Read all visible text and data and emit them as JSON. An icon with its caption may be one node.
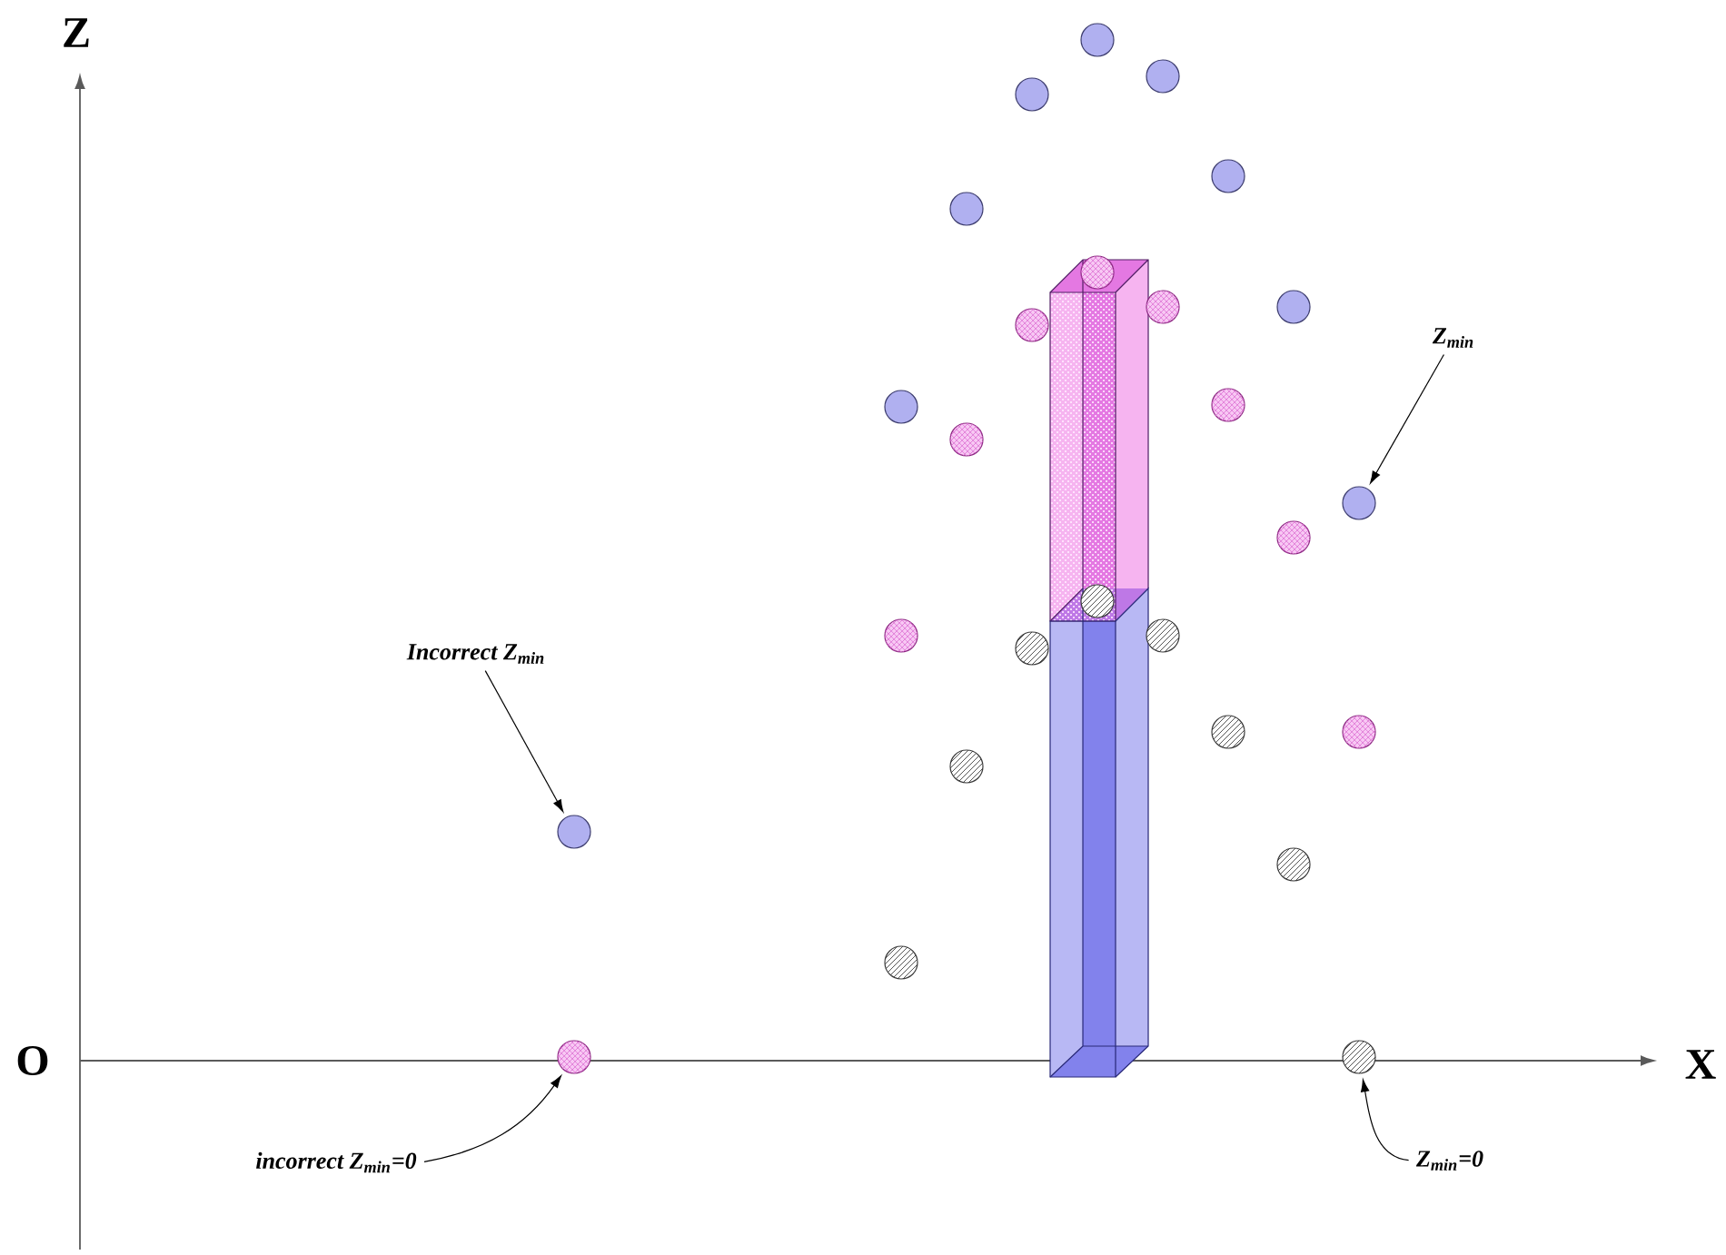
{
  "diagram": {
    "nodes": [
      {
        "text": [
          "Z$_{min}$"
        ]
      },
      {
        "text": [],
        "shape": "circle"
      },
      {
        "text": [
          "Incorrect Z$_{min}$"
        ]
      },
      {
        "text": [],
        "shape": "circle"
      },
      {
        "text": [],
        "shape": "circle"
      },
      {
        "text": [],
        "shape": "circle"
      },
      {
        "text": [
          "incorrect Z$_{min}$=0"
        ]
      },
      {
        "text": [
          "Z$_{min}$=0"
        ]
      }
    ],
    "edges": [
      {
        "from": 0,
        "to": 1,
        "arrow": "to"
      },
      {
        "from": 2,
        "to": 3,
        "arrow": "to"
      },
      {
        "from": 6,
        "to": 4,
        "arrow": "to"
      },
      {
        "from": 7,
        "to": 5,
        "arrow": "to"
      }
    ],
    "labels": [
      "Z",
      "O",
      "X"
    ]
  }
}
